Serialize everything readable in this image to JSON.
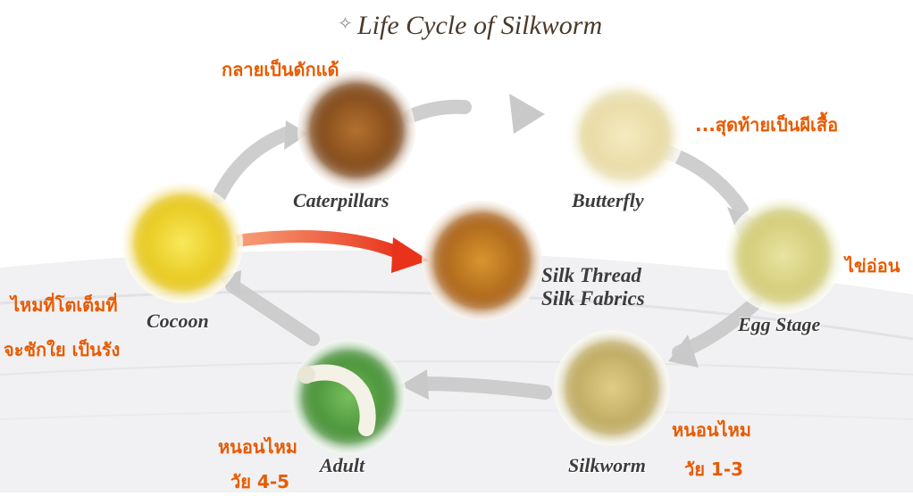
{
  "title": "Life Cycle of Silkworm",
  "stages": {
    "caterpillars": {
      "label": "Caterpillars",
      "thai": "กลายเป็นดักแด้"
    },
    "butterfly": {
      "label": "Butterfly",
      "thai": "...สุดท้ายเป็นผีเสื้อ"
    },
    "egg": {
      "label": "Egg Stage",
      "thai": "ไข่อ่อน"
    },
    "silkworm": {
      "label": "Silkworm",
      "thai_line1": "หนอนไหม",
      "thai_line2": "วัย 1-3"
    },
    "adult": {
      "label": "Adult",
      "thai_line1": "หนอนไหม",
      "thai_line2": "วัย 4-5"
    },
    "cocoon": {
      "label": "Cocoon",
      "thai_line1": "ไหมที่โตเต็มที่",
      "thai_line2": "จะชักใย เป็นรัง"
    },
    "silk": {
      "line1": "Silk Thread",
      "line2": "Silk Fabrics"
    }
  },
  "colors": {
    "thai_text": "#e85a00",
    "english_text": "#3c3c3c",
    "arrow": "#c8c8c8",
    "silk_arrow": "#e8431c"
  }
}
